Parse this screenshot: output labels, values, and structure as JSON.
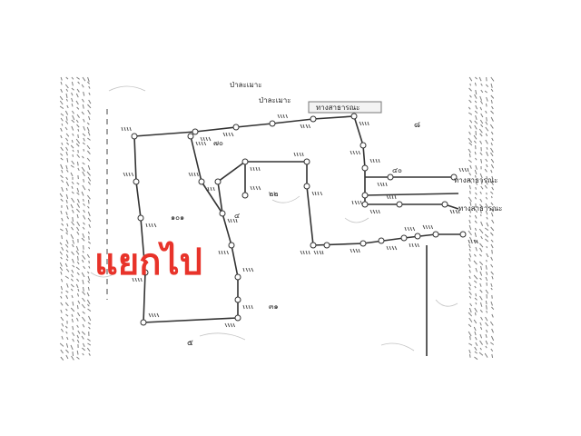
{
  "map": {
    "overlay_label": "แยกไป",
    "overlay_color": "#e8332a",
    "ink_color": "#333333",
    "paper_color": "#ffffff",
    "labels": {
      "road_top": "ทางสาธารณะ",
      "road_right_1": "ทางสาธารณะ",
      "road_right_2": "ทางสาธารณะ",
      "plot_left_1": "ป่าละเมาะ",
      "plot_left_2": "ป่าละเมาะ",
      "plot_mid_1": "๘",
      "plot_mid_2": "๔",
      "plot_right": "๔๐",
      "plot_area_1": "๑๐๑",
      "plot_area_2": "๗๐",
      "plot_area_3": "๓๑",
      "plot_area_4": "๒๒",
      "plot_bottom": "๕"
    }
  }
}
